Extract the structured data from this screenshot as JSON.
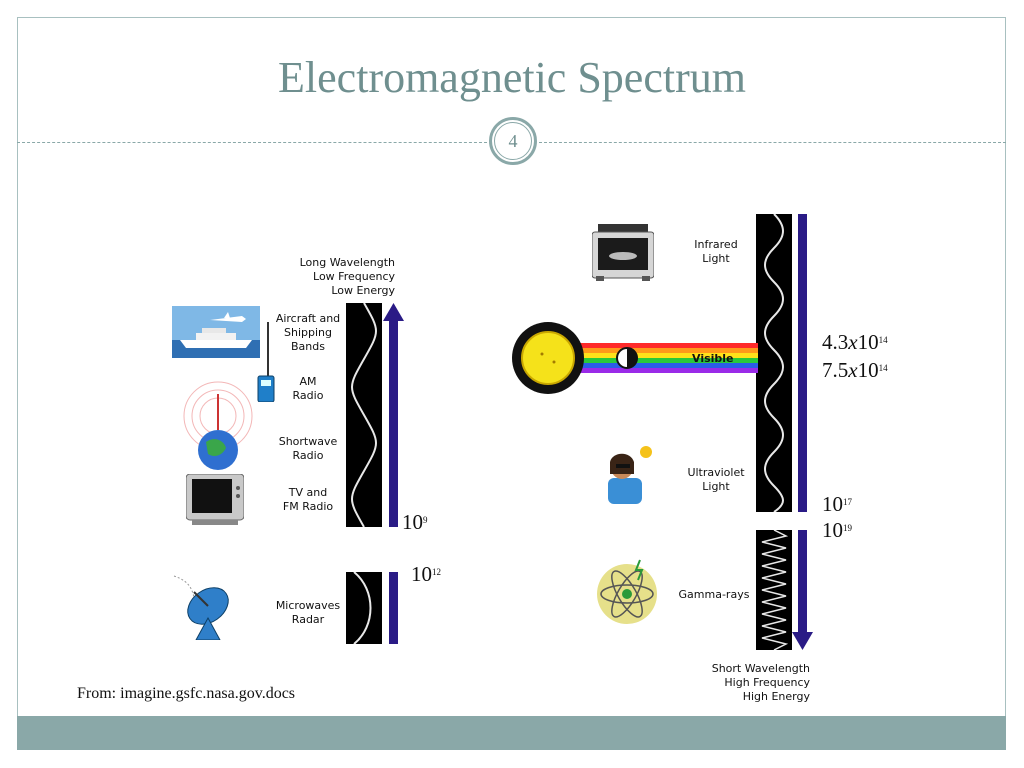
{
  "slide": {
    "title": "Electromagnetic Spectrum",
    "number": "4",
    "credit": "From: imagine.gsfc.nasa.gov.docs"
  },
  "left_panel": {
    "top_note": [
      "Long Wavelength",
      "Low Frequency",
      "Low Energy"
    ],
    "bands": [
      {
        "label": [
          "Aircraft and",
          "Shipping",
          "Bands"
        ],
        "icon": "airplane-ship-icon"
      },
      {
        "label": [
          "AM",
          "Radio"
        ],
        "icon": "handheld-radio-icon"
      },
      {
        "label": [
          "Shortwave",
          "Radio"
        ],
        "icon": "globe-antenna-icon"
      },
      {
        "label": [
          "TV and",
          "FM Radio"
        ],
        "icon": "television-icon"
      },
      {
        "label": [
          "Microwaves",
          "Radar"
        ],
        "icon": "satellite-dish-icon"
      }
    ],
    "freq_labels": {
      "f1_base": "10",
      "f1_exp": "9",
      "f2_base": "10",
      "f2_exp": "12"
    }
  },
  "right_panel": {
    "bands": [
      {
        "label": [
          "Infrared",
          "Light"
        ],
        "icon": "oven-icon"
      },
      {
        "label": [
          "Visible"
        ],
        "icon": "sun-icon"
      },
      {
        "label": [
          "Ultraviolet",
          "Light"
        ],
        "icon": "sunbather-icon"
      },
      {
        "label": [
          "Gamma-rays"
        ],
        "icon": "atom-icon"
      }
    ],
    "bottom_note": [
      "Short Wavelength",
      "High Frequency",
      "High Energy"
    ],
    "freq_labels": {
      "v1_coef": "4.3",
      "v1_x": "x",
      "v1_base": "10",
      "v1_exp": "14",
      "v2_coef": "7.5",
      "v2_x": "x",
      "v2_base": "10",
      "v2_exp": "14",
      "f3_base": "10",
      "f3_exp": "17",
      "f4_base": "10",
      "f4_exp": "19"
    }
  },
  "colors": {
    "title": "#6f8f8f",
    "accent": "#8aa8a8",
    "arrow": "#2a1b86"
  }
}
